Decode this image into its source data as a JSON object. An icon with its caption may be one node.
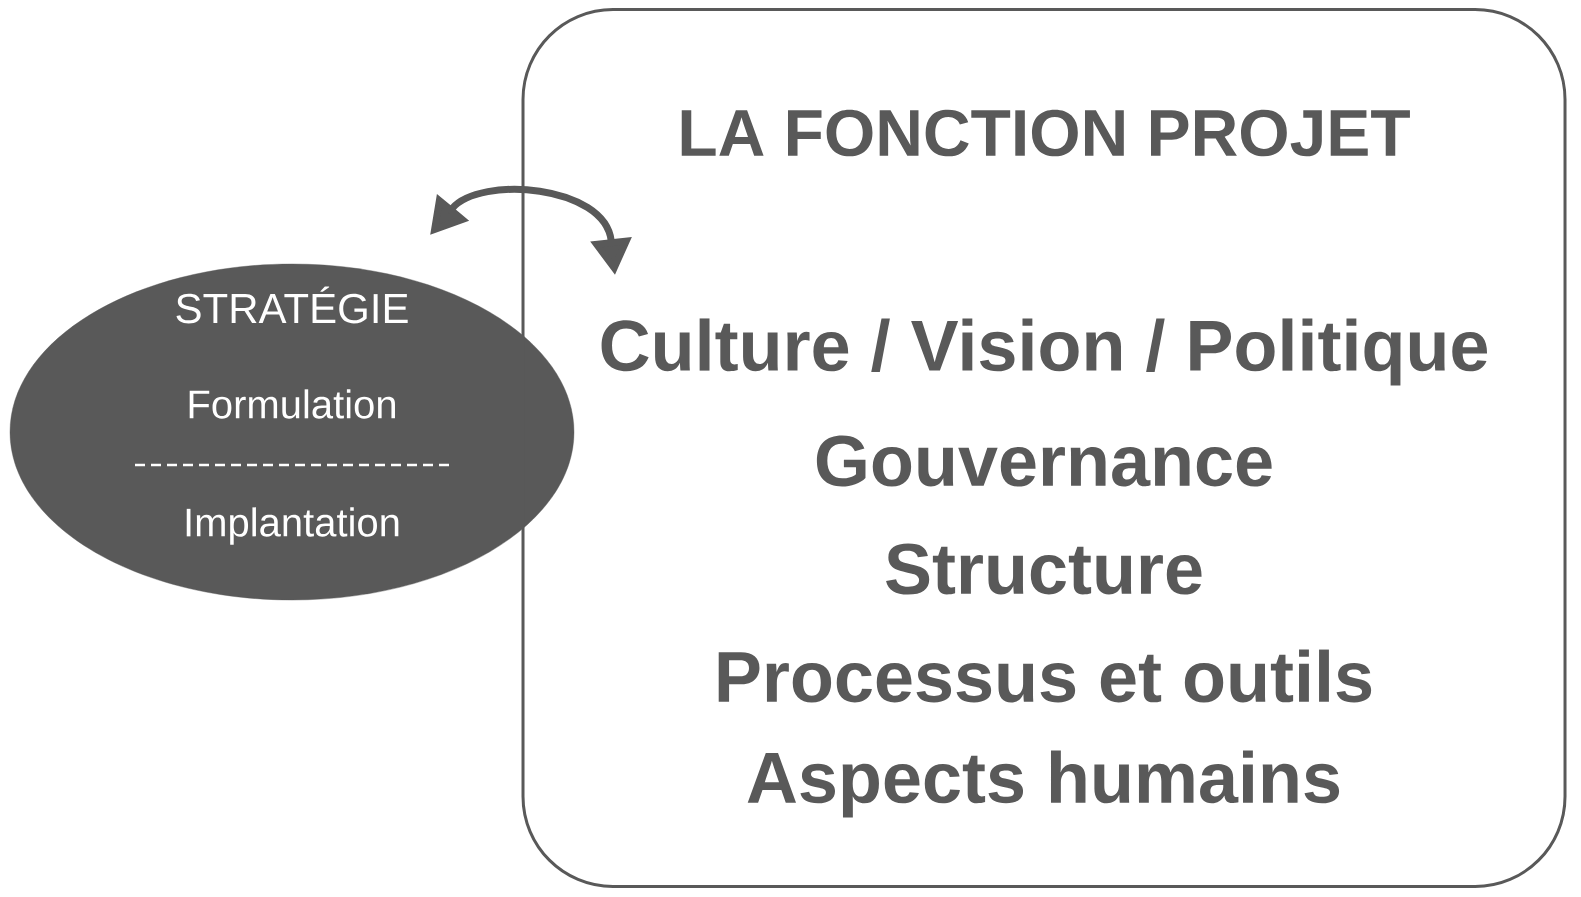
{
  "diagram": {
    "nodes": [
      {
        "text": [
          "STRATÉGIE",
          "Formulation",
          "Implantation"
        ]
      },
      {
        "text": [
          "LA FONCTION PROJET",
          "Culture / Vision / Politique",
          "Gouvernance",
          "Structure",
          "Processus et outils",
          "Aspects humains"
        ]
      }
    ],
    "edges": [
      {
        "from": 0,
        "to": 1,
        "arrow": "both"
      }
    ]
  }
}
